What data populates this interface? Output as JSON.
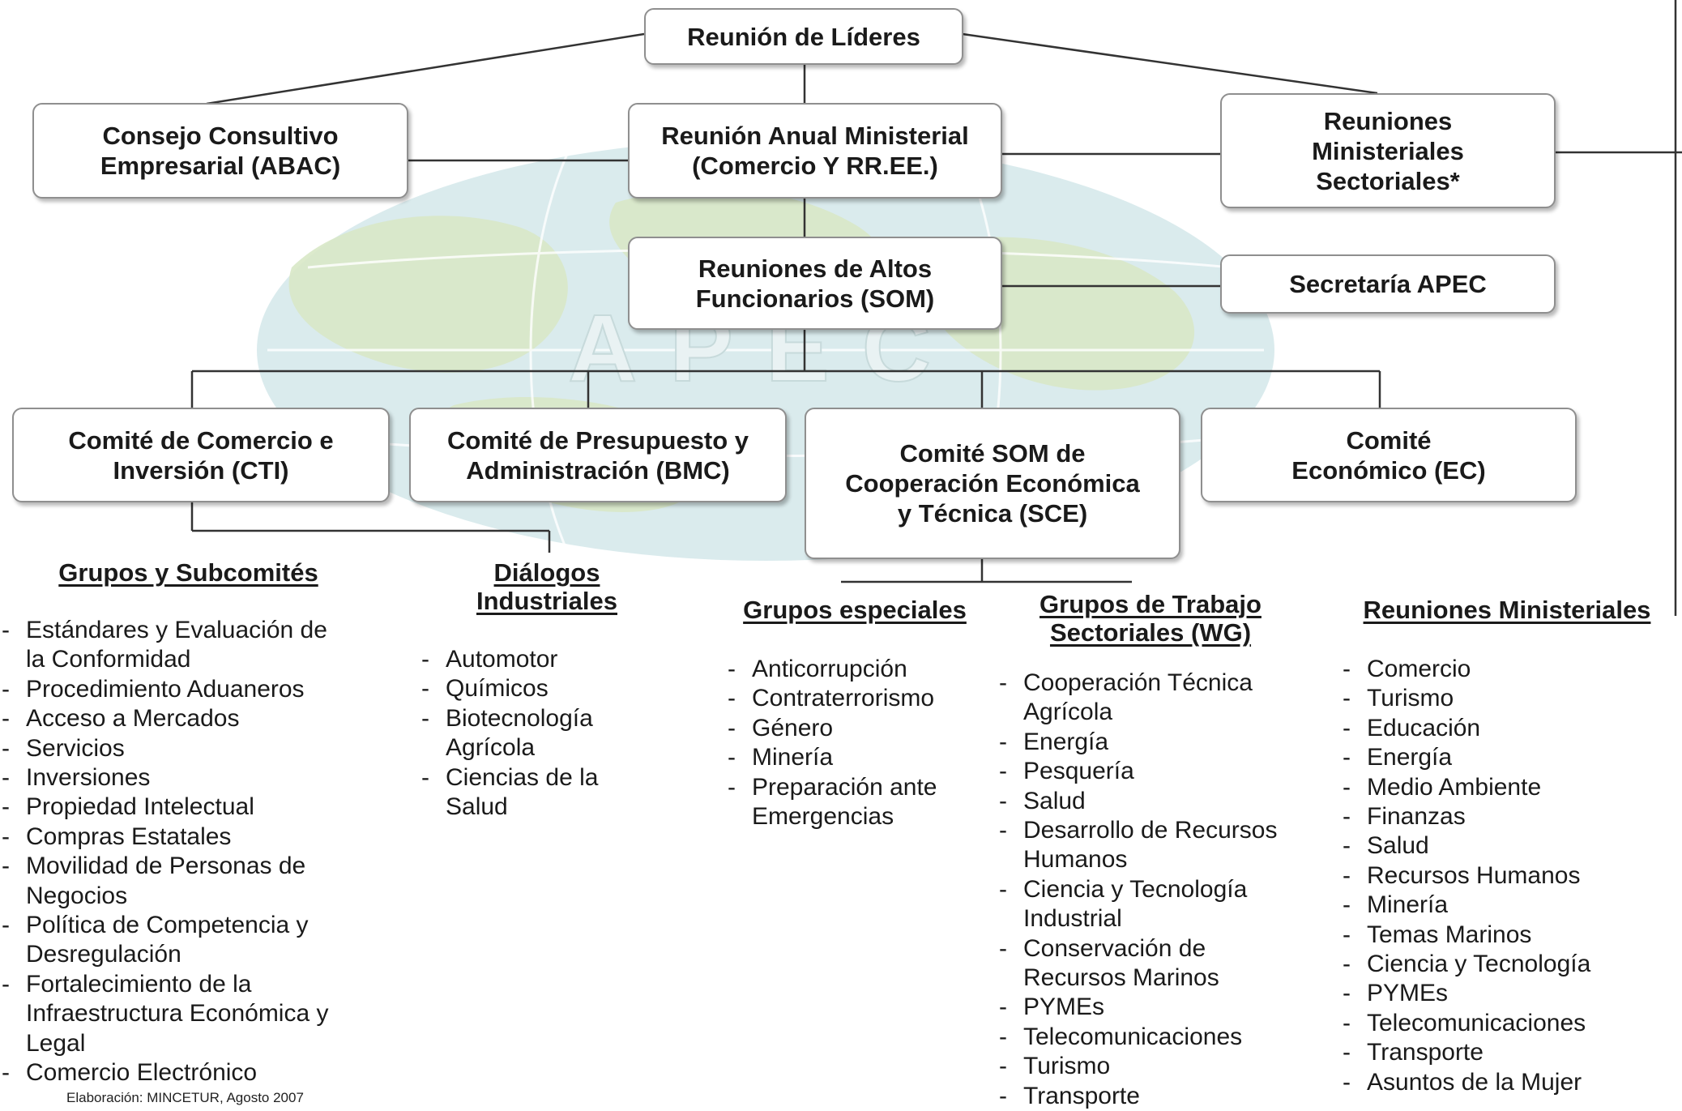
{
  "boxes": {
    "leaders": "Reunión de Líderes",
    "abac": "Consejo Consultivo\nEmpresarial (ABAC)",
    "ministerial_annual": "Reunión Anual Ministerial\n(Comercio Y RR.EE.)",
    "sectoral_ministerial": "Reuniones\nMinisteriales\nSectoriales*",
    "som": "Reuniones de Altos\nFuncionarios (SOM)",
    "secretariat": "Secretaría APEC",
    "cti": "Comité de Comercio e\nInversión (CTI)",
    "bmc": "Comité de Presupuesto y\nAdministración (BMC)",
    "sce": "Comité  SOM de\nCooperación Económica\ny Técnica (SCE)",
    "ec": "Comité\nEconómico (EC)"
  },
  "groups": {
    "subcommittees": {
      "heading": "Grupos y Subcomités",
      "items": [
        "Estándares y Evaluación de\nla Conformidad",
        "Procedimiento Aduaneros",
        "Acceso a Mercados",
        "Servicios",
        "Inversiones",
        "Propiedad Intelectual",
        "Compras Estatales",
        "Movilidad de Personas de\nNegocios",
        "Política de Competencia y\nDesregulación",
        "Fortalecimiento de la\nInfraestructura Económica y\nLegal",
        "Comercio Electrónico"
      ]
    },
    "industrial_dialogues": {
      "heading": "Diálogos\nIndustriales",
      "items": [
        "Automotor",
        "Químicos",
        "Biotecnología\nAgrícola",
        "Ciencias de la\nSalud"
      ]
    },
    "special_groups": {
      "heading": "Grupos especiales",
      "items": [
        "Anticorrupción",
        "Contraterrorismo",
        "Género",
        "Minería",
        "Preparación ante\nEmergencias"
      ]
    },
    "working_groups": {
      "heading": "Grupos de Trabajo\nSectoriales (WG)",
      "items": [
        "Cooperación Técnica\nAgrícola",
        "Energía",
        "Pesquería",
        "Salud",
        "Desarrollo de Recursos\nHumanos",
        "Ciencia y Tecnología\nIndustrial",
        "Conservación de\nRecursos Marinos",
        "PYMEs",
        "Telecomunicaciones",
        "Turismo",
        "Transporte"
      ]
    },
    "ministerial_meetings": {
      "heading": "Reuniones Ministeriales",
      "items": [
        "Comercio",
        "Turismo",
        "Educación",
        "Energía",
        "Medio Ambiente",
        "Finanzas",
        "Salud",
        "Recursos Humanos",
        "Minería",
        "Temas Marinos",
        "Ciencia y Tecnología",
        "PYMEs",
        "Telecomunicaciones",
        "Transporte",
        "Asuntos de la Mujer"
      ]
    }
  },
  "watermark_text": "APEC",
  "credit": "Elaboración: MINCETUR, Agosto 2007",
  "colors": {
    "globe_fill": "#cfe6e8",
    "land_fill": "#d6e7c4",
    "line": "#333333"
  }
}
